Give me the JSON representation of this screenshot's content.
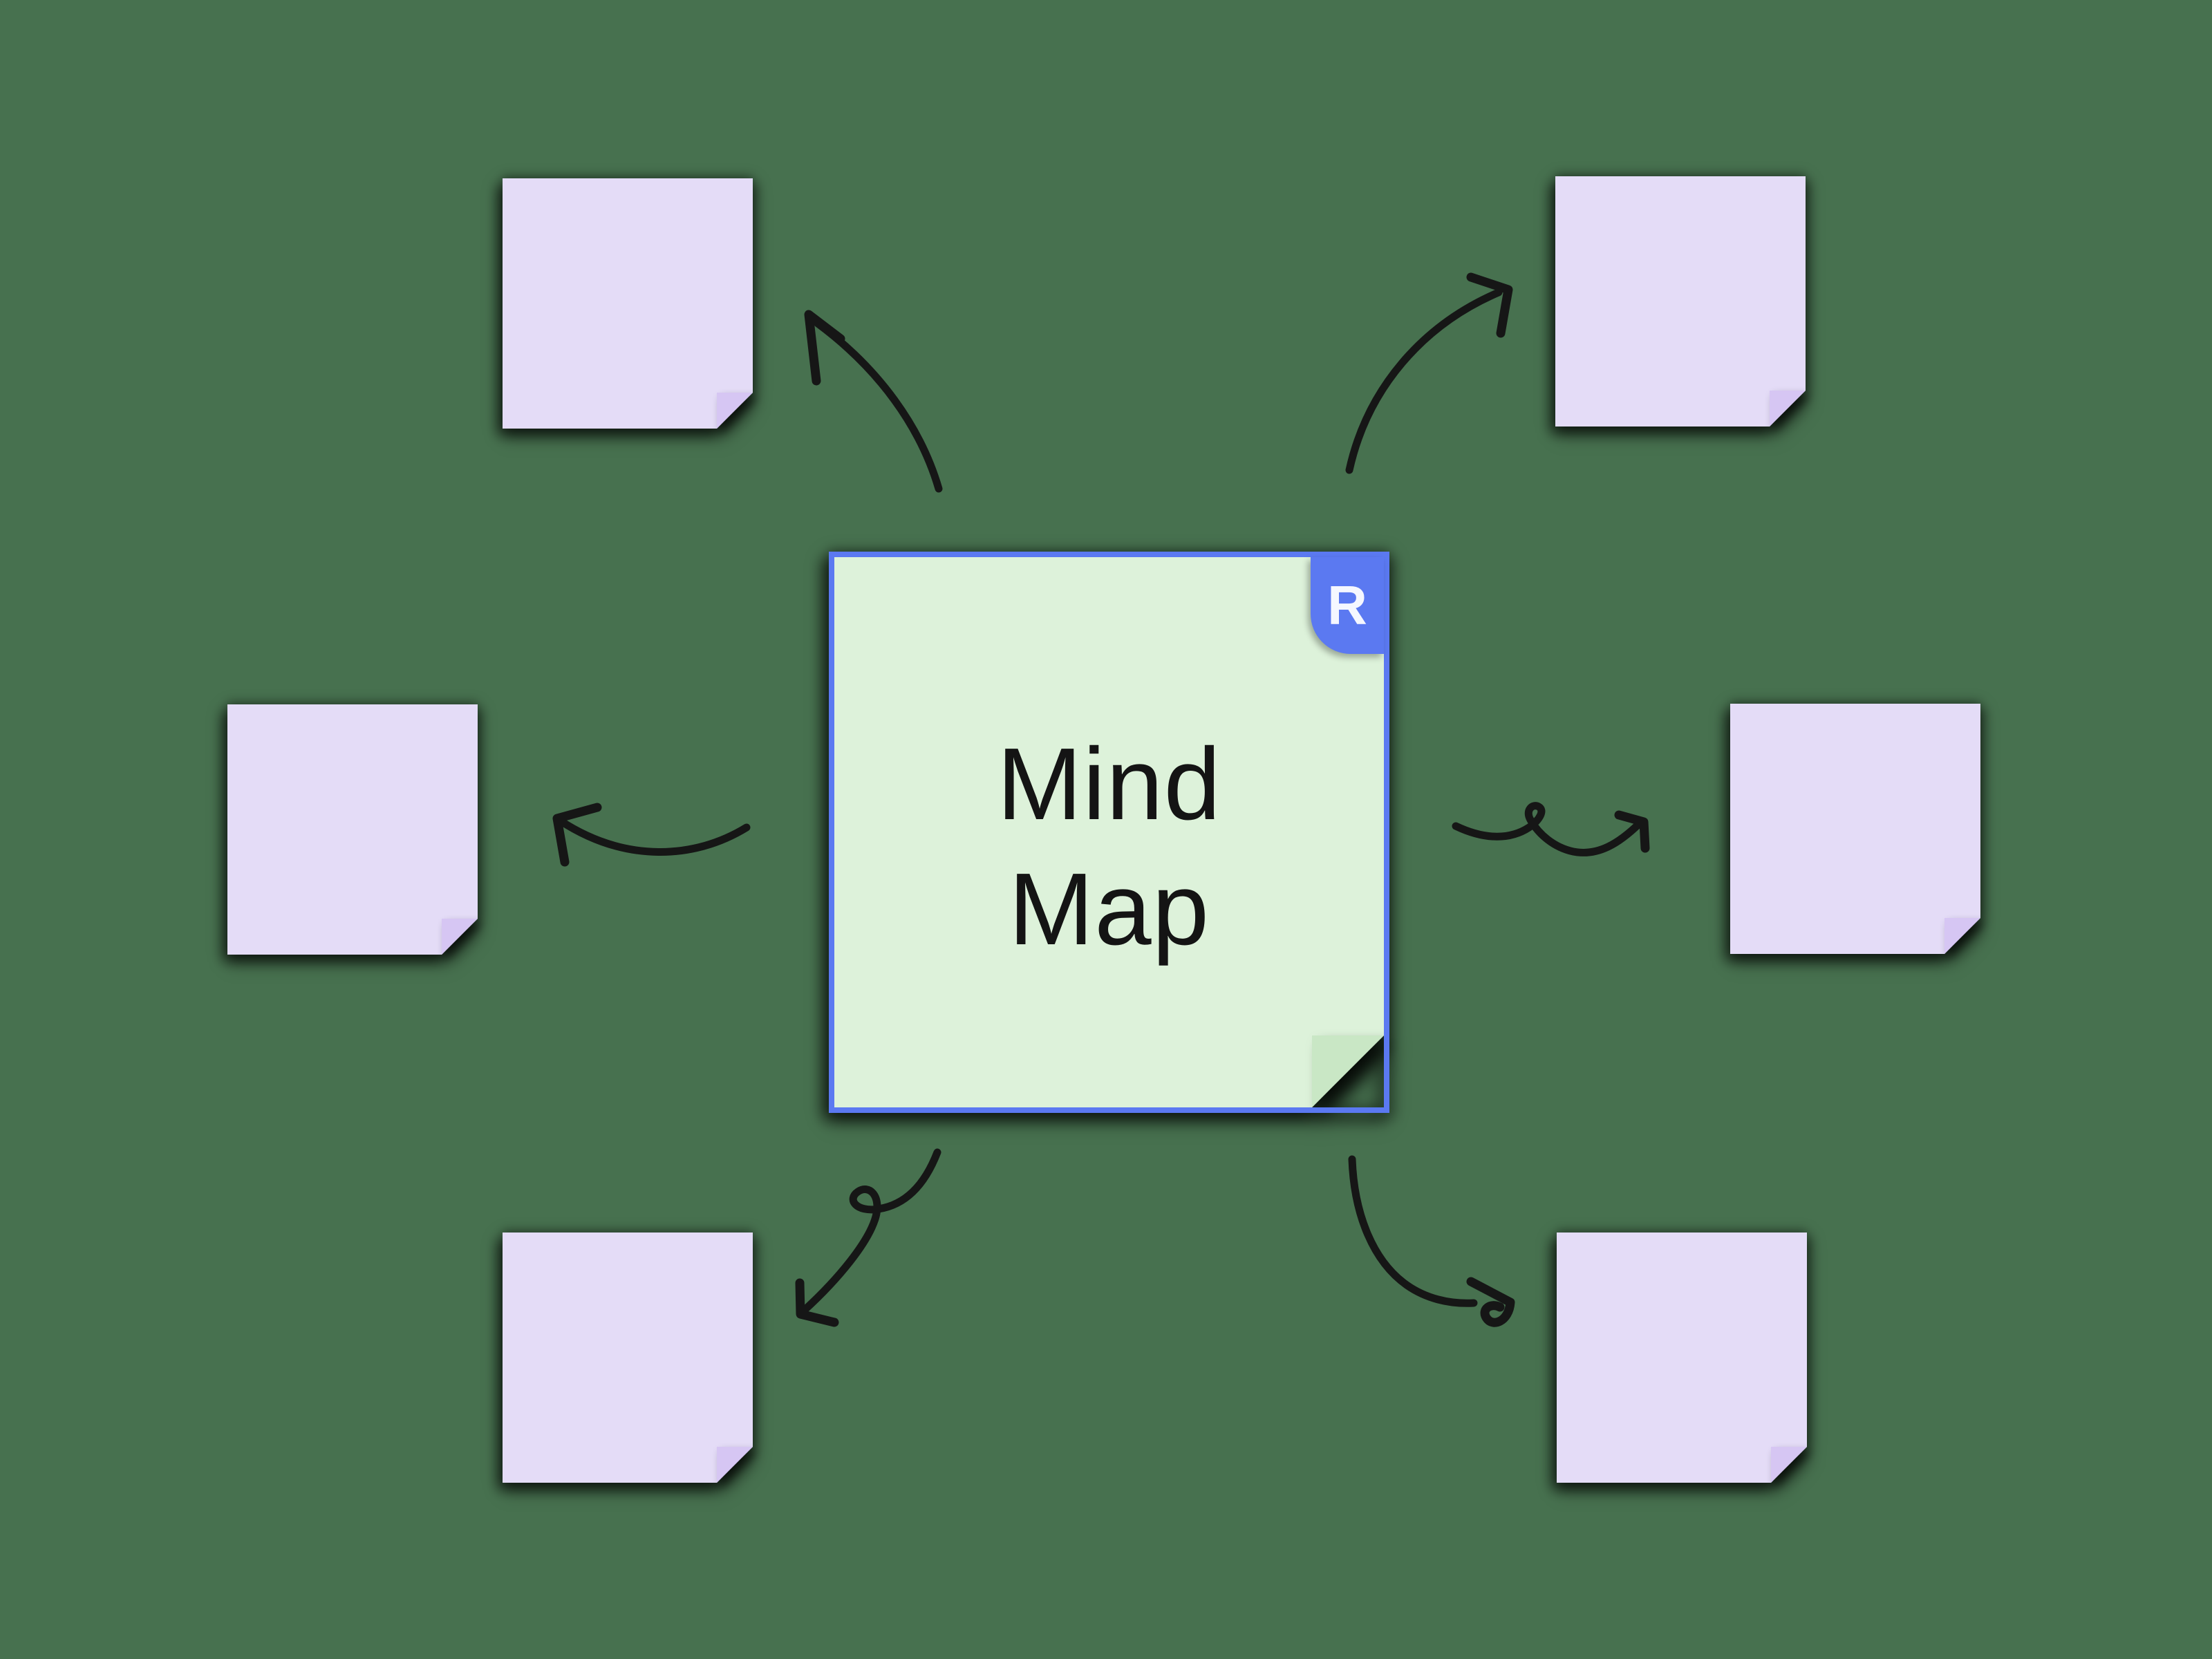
{
  "canvas": {
    "background": "#47714F"
  },
  "center_note": {
    "label": "Mind Map",
    "badge_label": "R",
    "colors": {
      "fill": "#DDF2DA",
      "fold": "#C9E7C5",
      "border": "#5B79F1",
      "badge": "#5B79F1",
      "badge_text": "#F5F7FF",
      "text": "#141414"
    }
  },
  "branch_notes": {
    "colors": {
      "fill": "#E4DCF7",
      "fold": "#D6C6F3"
    },
    "items": [
      {
        "id": "top-left",
        "label": ""
      },
      {
        "id": "top-right",
        "label": ""
      },
      {
        "id": "left",
        "label": ""
      },
      {
        "id": "right",
        "label": ""
      },
      {
        "id": "bottom-left",
        "label": ""
      },
      {
        "id": "bottom-right",
        "label": ""
      }
    ]
  },
  "connectors": {
    "color": "#161616",
    "items": [
      {
        "id": "to-top-left"
      },
      {
        "id": "to-top-right"
      },
      {
        "id": "to-left"
      },
      {
        "id": "to-right"
      },
      {
        "id": "to-bottom-left"
      },
      {
        "id": "to-bottom-right"
      }
    ]
  }
}
